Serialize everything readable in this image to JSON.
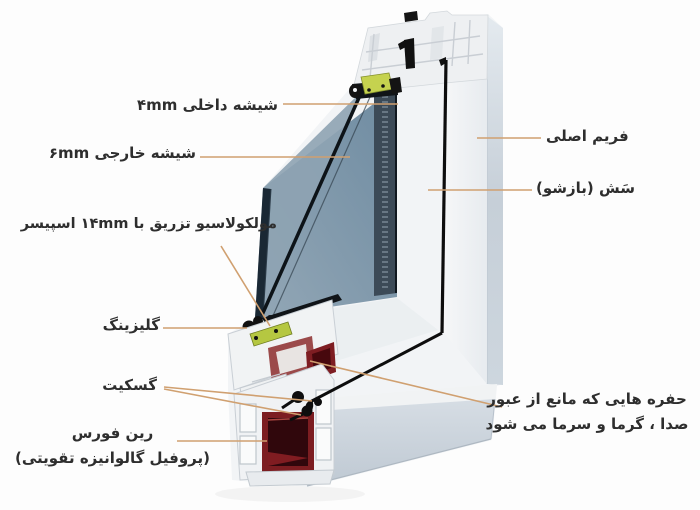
{
  "figure": {
    "title_semantic": "upvc-window-cross-section-diagram",
    "background": "#fdfdfd",
    "colors": {
      "label_text": "#2e2e2e",
      "leader_line": "#d0a070",
      "glass_blue": "#7e97ab",
      "glass_edge_navy": "#1a2834",
      "pvc_white": "#f2f4f6",
      "pvc_shadow": "#c6cfd8",
      "reinforcement_red": "#7c1d21",
      "reinforcement_dark": "#30070c",
      "glazing_bead_green": "#c5d24f",
      "gasket_black": "#111111"
    }
  },
  "labels": {
    "inner_glass": "شیشه داخلی ۴mm",
    "outer_glass": "شیشه خارجی ۶mm",
    "spacer": "مولکولاسیو تزریق با ۱۴mm اسپیسر",
    "glazing": "گلیزینگ",
    "gasket": "گسکیت",
    "reinforcement_line1": "رین فورس",
    "reinforcement_line2": "(پروفیل گالوانیزه تقویتی)",
    "main_frame": "فریم اصلی",
    "sash": "سَش (بازشو)",
    "cavities_line1": "حفره هایی که مانع از عبور",
    "cavities_line2": "صدا ، گرما و سرما می شود"
  }
}
